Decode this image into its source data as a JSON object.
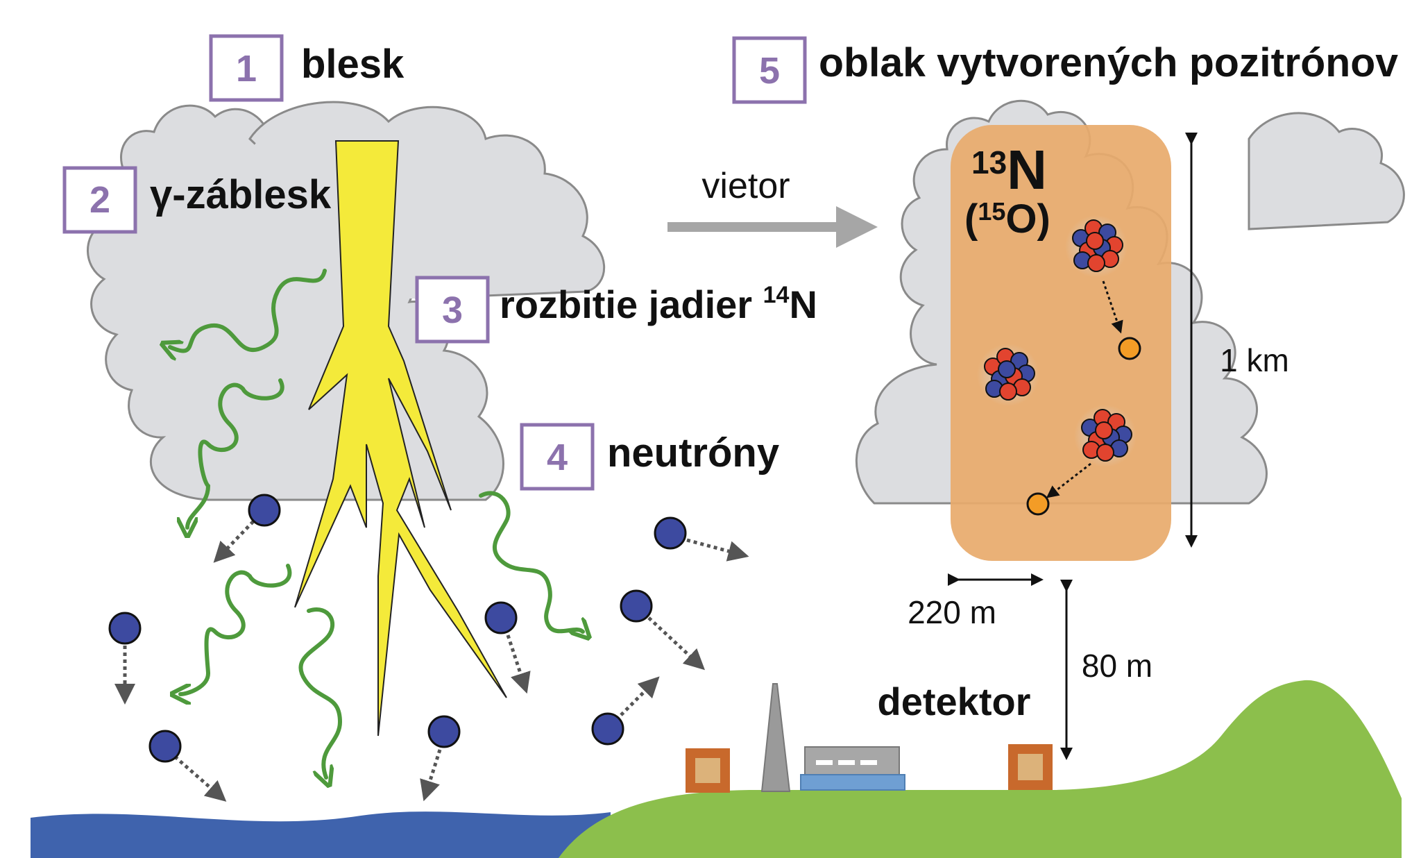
{
  "steps": [
    {
      "number": "1",
      "label": "blesk"
    },
    {
      "number": "2",
      "label": "γ-záblesk"
    },
    {
      "number": "3",
      "label": "rozbitie jadier ",
      "sup": "14",
      "suffix": "N"
    },
    {
      "number": "4",
      "label": "neutróny"
    },
    {
      "number": "5",
      "label": "oblak vytvorených pozitrónov"
    }
  ],
  "wind_label": "vietor",
  "isotope": {
    "main_mass": "13",
    "main_symbol": "N",
    "alt_open": "(",
    "alt_mass": "15",
    "alt_symbol": "O",
    "alt_close": ")"
  },
  "dimensions": {
    "height": "1 km",
    "width": "220 m",
    "distance": "80 m"
  },
  "detector_label": "detektor",
  "colors": {
    "cloud": "#dcdde0",
    "cloud_outline": "#8a8a8a",
    "positron_cloud": "#e8aa6b",
    "lightning": "#f4ea3a",
    "gamma_wave": "#4e9a3c",
    "neutron": "#3d4aa0",
    "proton": "#e2442f",
    "positron": "#f39c26",
    "water": "#3f63ad",
    "ground": "#8cbf4c",
    "step_box": "#8c72ad",
    "detector_box": "#c8692c"
  }
}
